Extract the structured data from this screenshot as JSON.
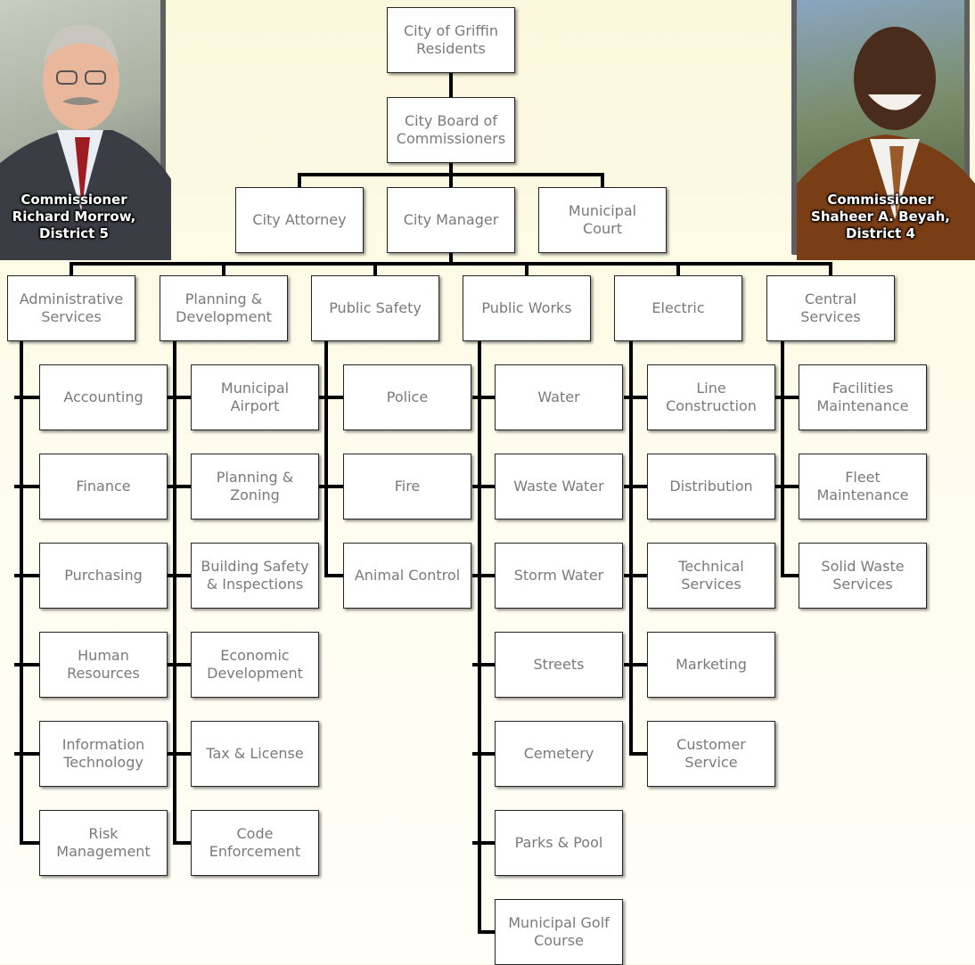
{
  "root": "City of Griffin\nResidents",
  "board": "City Board of\nCommissioners",
  "level2": [
    "City Attorney",
    "City Manager",
    "Municipal\nCourt"
  ],
  "departments": [
    {
      "name": "Administrative\nServices",
      "units": [
        "Accounting",
        "Finance",
        "Purchasing",
        "Human\nResources",
        "Information\nTechnology",
        "Risk\nManagement"
      ]
    },
    {
      "name": "Planning &\nDevelopment",
      "units": [
        "Municipal\nAirport",
        "Planning &\nZoning",
        "Building Safety\n& Inspections",
        "Economic\nDevelopment",
        "Tax & License",
        "Code\nEnforcement"
      ]
    },
    {
      "name": "Public Safety",
      "units": [
        "Police",
        "Fire",
        "Animal Control"
      ]
    },
    {
      "name": "Public Works",
      "units": [
        "Water",
        "Waste Water",
        "Storm Water",
        "Streets",
        "Cemetery",
        "Parks & Pool",
        "Municipal Golf\nCourse"
      ]
    },
    {
      "name": "Electric",
      "units": [
        "Line\nConstruction",
        "Distribution",
        "Technical\nServices",
        "Marketing",
        "Customer\nService"
      ]
    },
    {
      "name": "Central\nServices",
      "units": [
        "Facilities\nMaintenance",
        "Fleet\nMaintenance",
        "Solid Waste\nServices"
      ]
    }
  ],
  "photos": {
    "left_caption": "Commissioner\nRichard Morrow,\nDistrict 5",
    "right_caption": "Commissioner\nShaheer A. Beyah,\nDistrict 4"
  },
  "colors": {
    "connector": "#000000",
    "box_border": "#262626",
    "text": "#7a7a7a",
    "background": "#fbf7dc"
  }
}
